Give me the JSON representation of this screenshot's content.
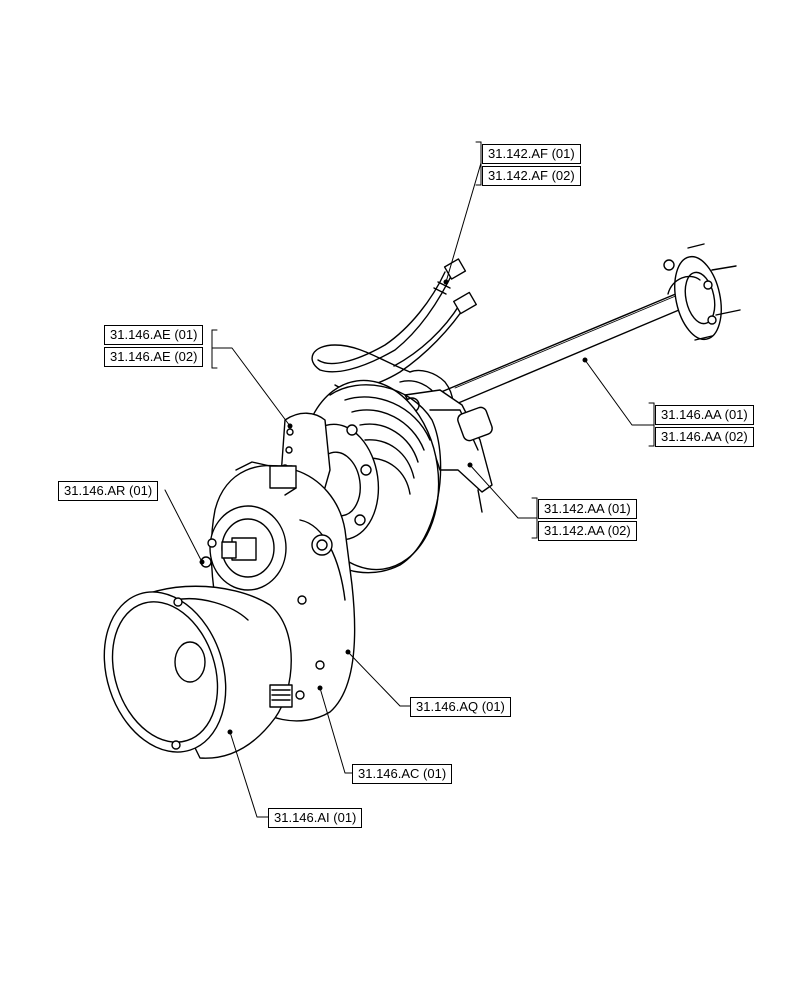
{
  "callouts": [
    {
      "id": "c1",
      "label": "31.142.AF (01)"
    },
    {
      "id": "c2",
      "label": "31.142.AF (02)"
    },
    {
      "id": "c3",
      "label": "31.146.AE (01)"
    },
    {
      "id": "c4",
      "label": "31.146.AE (02)"
    },
    {
      "id": "c5",
      "label": "31.146.AA (01)"
    },
    {
      "id": "c6",
      "label": "31.146.AA (02)"
    },
    {
      "id": "c7",
      "label": "31.146.AR (01)"
    },
    {
      "id": "c8",
      "label": "31.142.AA (01)"
    },
    {
      "id": "c9",
      "label": "31.142.AA (02)"
    },
    {
      "id": "c10",
      "label": "31.146.AQ (01)"
    },
    {
      "id": "c11",
      "label": "31.146.AC (01)"
    },
    {
      "id": "c12",
      "label": "31.146.AI (01)"
    }
  ]
}
